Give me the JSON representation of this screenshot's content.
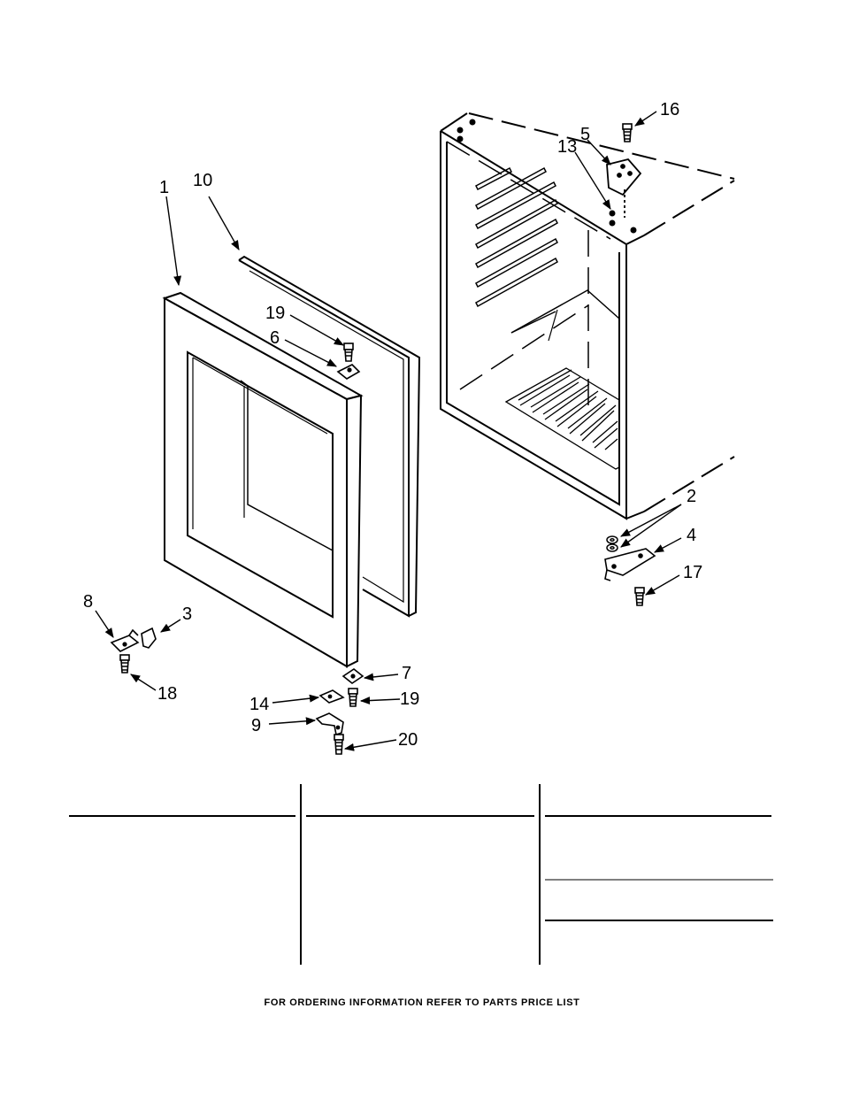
{
  "callouts": {
    "c1": "1",
    "c10": "10",
    "c19a": "19",
    "c6": "6",
    "c16": "16",
    "c5": "5",
    "c13": "13",
    "c2": "2",
    "c4": "4",
    "c17": "17",
    "c8": "8",
    "c3": "3",
    "c18": "18",
    "c7": "7",
    "c19b": "19",
    "c14": "14",
    "c9": "9",
    "c20": "20"
  },
  "footer": {
    "note": "FOR ORDERING INFORMATION REFER TO PARTS PRICE LIST"
  }
}
